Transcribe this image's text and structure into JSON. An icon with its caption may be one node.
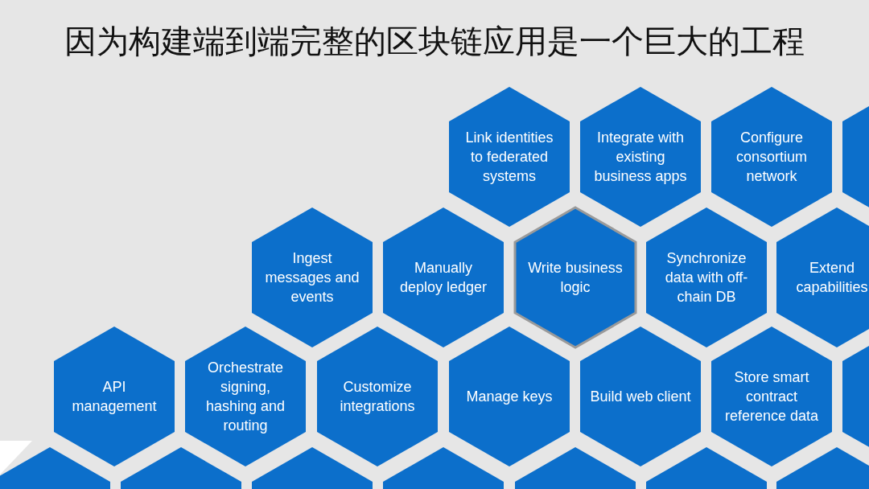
{
  "diagram": {
    "title": "因为构建端到端完整的区块链应用是一个巨大的工程",
    "nodes": [
      {
        "text": [
          "Link identities to federated systems"
        ]
      },
      {
        "text": [
          "Integrate with existing business apps"
        ]
      },
      {
        "text": [
          "Configure consortium network"
        ]
      },
      {
        "text": [],
        "shape": "hexagon"
      },
      {
        "text": [
          "Ingest messages and events"
        ]
      },
      {
        "text": [
          "Manually deploy ledger"
        ]
      },
      {
        "text": [
          "Write business logic"
        ]
      },
      {
        "text": [
          "Synchronize data with off-chain DB"
        ]
      },
      {
        "text": [
          "Extend capabilities"
        ]
      },
      {
        "text": [
          "API management"
        ]
      },
      {
        "text": [
          "Orchestrate signing, hashing and routing"
        ]
      },
      {
        "text": [
          "Customize integrations"
        ]
      },
      {
        "text": [
          "Manage keys"
        ]
      },
      {
        "text": [
          "Build web client"
        ]
      },
      {
        "text": [
          "Store smart contract reference data"
        ]
      },
      {
        "text": [],
        "shape": "hexagon"
      },
      {
        "text": [],
        "shape": "hexagon"
      },
      {
        "text": [],
        "shape": "hexagon"
      },
      {
        "text": [],
        "shape": "hexagon"
      },
      {
        "text": [],
        "shape": "hexagon"
      },
      {
        "text": [],
        "shape": "hexagon"
      },
      {
        "text": [],
        "shape": "hexagon"
      },
      {
        "text": [],
        "shape": "hexagon"
      }
    ]
  }
}
